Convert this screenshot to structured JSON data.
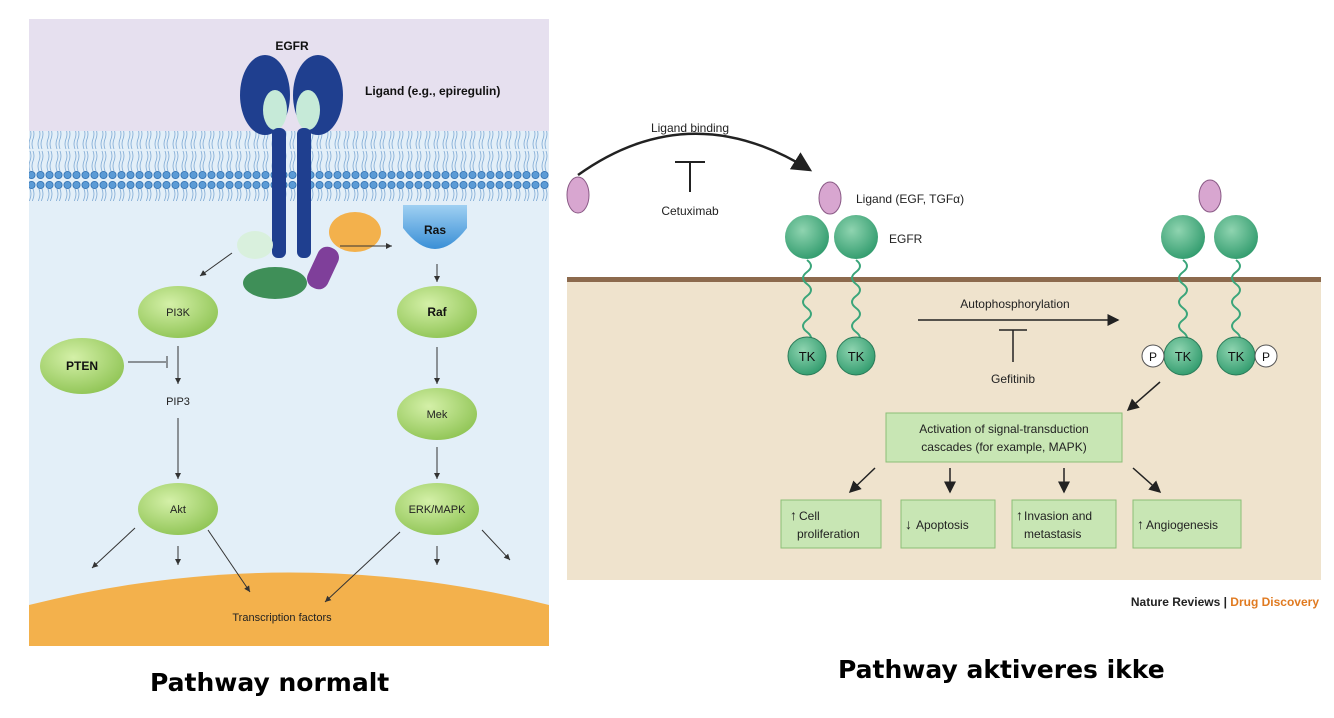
{
  "left_diagram": {
    "receptor_label": "EGFR",
    "ligand_label": "Ligand (e.g., epiregulin)",
    "nodes": {
      "pi3k": "PI3K",
      "pten": "PTEN",
      "pip3": "PIP3",
      "akt": "Akt",
      "ras": "Ras",
      "raf": "Raf",
      "mek": "Mek",
      "erk": "ERK/MAPK"
    },
    "nucleus_label": "Transcription factors",
    "colors": {
      "cytoplasm": "#e3eff8",
      "extracellular": "#e6e0ef",
      "membrane": "#6fa6d8",
      "node": "#a8d66c",
      "nucleus": "#f3b14c",
      "receptor": "#1f3f8f"
    }
  },
  "right_diagram": {
    "ligand_binding": "Ligand binding",
    "cetuximab": "Cetuximab",
    "ligand_label": "Ligand (EGF, TGFα)",
    "egfr_label": "EGFR",
    "autophosphorylation": "Autophosphorylation",
    "gefitinib": "Gefitinib",
    "tk": "TK",
    "p": "P",
    "activation_line1": "Activation of signal-transduction",
    "activation_line2": "cascades (for example, MAPK)",
    "outcomes": {
      "proliferation_line1": "Cell",
      "proliferation_line2": "proliferation",
      "apoptosis": "Apoptosis",
      "invasion_line1": "Invasion and",
      "invasion_line2": "metastasis",
      "angiogenesis": "Angiogenesis"
    },
    "credit_journal": "Nature Reviews",
    "credit_separator": "|",
    "credit_section": "Drug Discovery",
    "colors": {
      "membrane_fill": "#efe3cd",
      "membrane_top": "#8c6a4d",
      "receptor": "#3aa57a",
      "ligand": "#d8a6d0",
      "box": "#c8e6b4",
      "credit_section": "#e07a20"
    }
  },
  "captions": {
    "left": "Pathway normalt",
    "right": "Pathway aktiveres ikke"
  }
}
